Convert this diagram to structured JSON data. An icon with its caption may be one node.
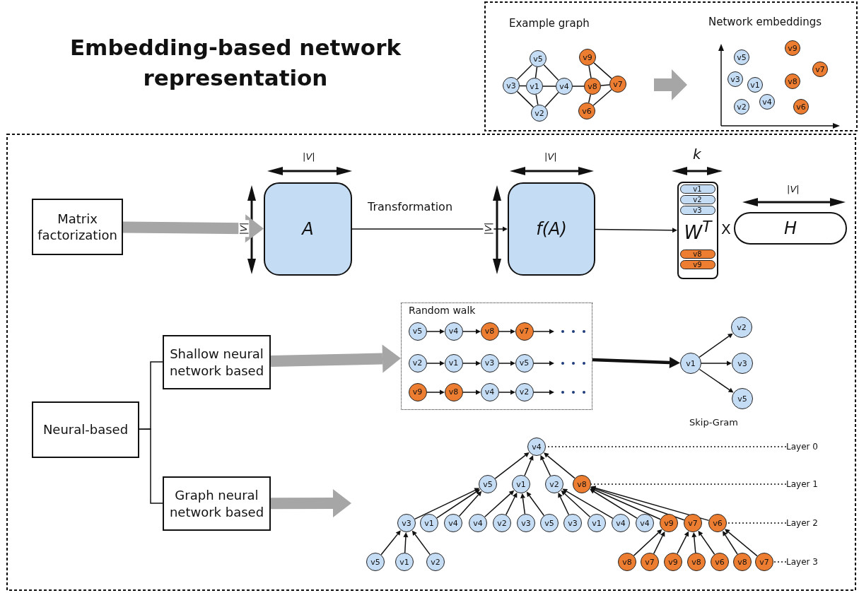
{
  "diagram": {
    "title": "Embedding-based network representation",
    "nodes": [
      {
        "text": [
          "v5"
        ]
      },
      {
        "text": [
          "v3"
        ]
      },
      {
        "text": [
          "v1"
        ]
      },
      {
        "text": [
          "v4"
        ]
      },
      {
        "text": [
          "v2"
        ]
      },
      {
        "text": [
          "v9"
        ]
      },
      {
        "text": [
          "v8"
        ]
      },
      {
        "text": [
          "v7"
        ]
      },
      {
        "text": [
          "v6"
        ]
      },
      {
        "text": [
          "v5"
        ]
      },
      {
        "text": [
          "v9"
        ]
      },
      {
        "text": [
          "v3"
        ]
      },
      {
        "text": [
          "v1"
        ]
      },
      {
        "text": [
          "v8"
        ]
      },
      {
        "text": [
          "v7"
        ]
      },
      {
        "text": [
          "v2"
        ]
      },
      {
        "text": [
          "v4"
        ]
      },
      {
        "text": [
          "v6"
        ]
      },
      {
        "text": [
          "Matrix factorization"
        ]
      },
      {
        "text": [
          "A"
        ]
      },
      {
        "text": [
          "f(A)"
        ]
      },
      {
        "text": [
          "W$^{T}$"
        ]
      },
      {
        "text": [
          "v1"
        ],
        "in": 21
      },
      {
        "text": [
          "v2"
        ],
        "in": 21
      },
      {
        "text": [
          "v3"
        ],
        "in": 21
      },
      {
        "text": [
          "v8"
        ],
        "in": 21
      },
      {
        "text": [
          "v9"
        ],
        "in": 21
      },
      {
        "text": [
          "H"
        ]
      },
      {
        "text": [
          "Neural-based"
        ]
      },
      {
        "text": [
          "Shallow neural network based"
        ]
      },
      {
        "text": [
          "Graph neural network based"
        ]
      },
      {
        "text": [
          "Random walk"
        ]
      },
      {
        "text": [
          "v5"
        ],
        "in": 31
      },
      {
        "text": [
          "v4"
        ],
        "in": 31
      },
      {
        "text": [
          "v8"
        ],
        "in": 31
      },
      {
        "text": [
          "v7"
        ],
        "in": 31
      },
      {
        "text": [
          "v2"
        ],
        "in": 31
      },
      {
        "text": [
          "v1"
        ],
        "in": 31
      },
      {
        "text": [
          "v3"
        ],
        "in": 31
      },
      {
        "text": [
          "v5"
        ],
        "in": 31
      },
      {
        "text": [
          "v9"
        ],
        "in": 31
      },
      {
        "text": [
          "v8"
        ],
        "in": 31
      },
      {
        "text": [
          "v4"
        ],
        "in": 31
      },
      {
        "text": [
          "v2"
        ],
        "in": 31
      },
      {
        "text": [
          "v1"
        ]
      },
      {
        "text": [
          "v2"
        ]
      },
      {
        "text": [
          "v3"
        ]
      },
      {
        "text": [
          "v5"
        ]
      },
      {
        "text": [
          "v4"
        ]
      },
      {
        "text": [
          "v5"
        ]
      },
      {
        "text": [
          "v1"
        ]
      },
      {
        "text": [
          "v2"
        ]
      },
      {
        "text": [
          "v8"
        ]
      },
      {
        "text": [
          "v3"
        ]
      },
      {
        "text": [
          "v1"
        ]
      },
      {
        "text": [
          "v4"
        ]
      },
      {
        "text": [
          "v4"
        ]
      },
      {
        "text": [
          "v2"
        ]
      },
      {
        "text": [
          "v3"
        ]
      },
      {
        "text": [
          "v5"
        ]
      },
      {
        "text": [
          "v3"
        ]
      },
      {
        "text": [
          "v1"
        ]
      },
      {
        "text": [
          "v4"
        ]
      },
      {
        "text": [
          "v4"
        ]
      },
      {
        "text": [
          "v9"
        ]
      },
      {
        "text": [
          "v7"
        ]
      },
      {
        "text": [
          "v6"
        ]
      },
      {
        "text": [
          "v5"
        ]
      },
      {
        "text": [
          "v1"
        ]
      },
      {
        "text": [
          "v2"
        ]
      },
      {
        "text": [
          "v8"
        ]
      },
      {
        "text": [
          "v7"
        ]
      },
      {
        "text": [
          "v9"
        ]
      },
      {
        "text": [
          "v8"
        ]
      },
      {
        "text": [
          "v6"
        ]
      },
      {
        "text": [
          "v8"
        ]
      },
      {
        "text": [
          "v7"
        ]
      },
      {
        "text": [
          "Layer 0"
        ]
      },
      {
        "text": [
          "Layer 1"
        ]
      },
      {
        "text": [
          "Layer 2"
        ]
      },
      {
        "text": [
          "Layer 3"
        ]
      }
    ],
    "edges": [
      {
        "from": 0,
        "to": 1,
        "arrow": "none"
      },
      {
        "from": 0,
        "to": 2,
        "arrow": "none"
      },
      {
        "from": 0,
        "to": 3,
        "arrow": "none"
      },
      {
        "from": 1,
        "to": 2,
        "arrow": "none"
      },
      {
        "from": 1,
        "to": 4,
        "arrow": "none"
      },
      {
        "from": 2,
        "to": 3,
        "arrow": "none"
      },
      {
        "from": 2,
        "to": 4,
        "arrow": "none"
      },
      {
        "from": 3,
        "to": 4,
        "arrow": "none"
      },
      {
        "from": 3,
        "to": 6,
        "arrow": "none"
      },
      {
        "from": 5,
        "to": 6,
        "arrow": "none"
      },
      {
        "from": 5,
        "to": 7,
        "arrow": "none"
      },
      {
        "from": 6,
        "to": 7,
        "arrow": "none"
      },
      {
        "from": 6,
        "to": 8,
        "arrow": "none"
      },
      {
        "from": 8,
        "to": 7,
        "arrow": "none"
      },
      {
        "from": 18,
        "to": 19,
        "arrow": "to",
        "style": "thick",
        "color": "#a6a6a6"
      },
      {
        "from": 19,
        "to": 20,
        "arrow": "to",
        "label": "Transformation"
      },
      {
        "from": 20,
        "to": 21,
        "arrow": "to"
      },
      {
        "from": 28,
        "to": 29,
        "arrow": "none"
      },
      {
        "from": 28,
        "to": 30,
        "arrow": "none"
      },
      {
        "from": 29,
        "to": 31,
        "arrow": "to",
        "style": "thick",
        "color": "#a6a6a6"
      },
      {
        "from": 30,
        "to": null,
        "arrow": "to",
        "style": "thick",
        "color": "#a6a6a6"
      },
      {
        "from": 31,
        "to": 44,
        "arrow": "to",
        "style": "thick"
      },
      {
        "from": 44,
        "to": 45,
        "arrow": "to"
      },
      {
        "from": 44,
        "to": 46,
        "arrow": "to"
      },
      {
        "from": 44,
        "to": 47,
        "arrow": "to"
      },
      {
        "from": 32,
        "to": 33,
        "arrow": "to"
      },
      {
        "from": 33,
        "to": 34,
        "arrow": "to"
      },
      {
        "from": 34,
        "to": 35,
        "arrow": "to"
      },
      {
        "from": 35,
        "to": null,
        "arrow": "to"
      },
      {
        "from": 36,
        "to": 37,
        "arrow": "to"
      },
      {
        "from": 37,
        "to": 38,
        "arrow": "to"
      },
      {
        "from": 38,
        "to": 39,
        "arrow": "to"
      },
      {
        "from": 39,
        "to": null,
        "arrow": "to"
      },
      {
        "from": 40,
        "to": 41,
        "arrow": "to"
      },
      {
        "from": 41,
        "to": 42,
        "arrow": "to"
      },
      {
        "from": 42,
        "to": 43,
        "arrow": "to"
      },
      {
        "from": 43,
        "to": null,
        "arrow": "to"
      },
      {
        "from": 49,
        "to": 48,
        "arrow": "to"
      },
      {
        "from": 50,
        "to": 48,
        "arrow": "to"
      },
      {
        "from": 51,
        "to": 48,
        "arrow": "to"
      },
      {
        "from": 52,
        "to": 48,
        "arrow": "to"
      },
      {
        "from": 53,
        "to": 49,
        "arrow": "to"
      },
      {
        "from": 54,
        "to": 49,
        "arrow": "to"
      },
      {
        "from": 55,
        "to": 49,
        "arrow": "to"
      },
      {
        "from": 56,
        "to": 50,
        "arrow": "to"
      },
      {
        "from": 57,
        "to": 50,
        "arrow": "to"
      },
      {
        "from": 58,
        "to": 50,
        "arrow": "to"
      },
      {
        "from": 59,
        "to": 50,
        "arrow": "to"
      },
      {
        "from": 60,
        "to": 51,
        "arrow": "to"
      },
      {
        "from": 61,
        "to": 51,
        "arrow": "to"
      },
      {
        "from": 62,
        "to": 51,
        "arrow": "to"
      },
      {
        "from": 63,
        "to": 52,
        "arrow": "to"
      },
      {
        "from": 64,
        "to": 52,
        "arrow": "to"
      },
      {
        "from": 65,
        "to": 52,
        "arrow": "to"
      },
      {
        "from": 66,
        "to": 52,
        "arrow": "to"
      },
      {
        "from": 67,
        "to": 53,
        "arrow": "to"
      },
      {
        "from": 68,
        "to": 53,
        "arrow": "to"
      },
      {
        "from": 69,
        "to": 53,
        "arrow": "to"
      },
      {
        "from": 70,
        "to": 64,
        "arrow": "to"
      },
      {
        "from": 71,
        "to": 64,
        "arrow": "to"
      },
      {
        "from": 72,
        "to": 65,
        "arrow": "to"
      },
      {
        "from": 73,
        "to": 65,
        "arrow": "to"
      },
      {
        "from": 74,
        "to": 65,
        "arrow": "to"
      },
      {
        "from": 75,
        "to": 66,
        "arrow": "to"
      },
      {
        "from": 76,
        "to": 66,
        "arrow": "to"
      },
      {
        "from": 77,
        "to": 48,
        "arrow": "none",
        "style": "dashed"
      },
      {
        "from": 78,
        "to": 52,
        "arrow": "none",
        "style": "dashed"
      },
      {
        "from": 79,
        "to": 66,
        "arrow": "none",
        "style": "dashed"
      },
      {
        "from": 80,
        "to": 76,
        "arrow": "none",
        "style": "dashed"
      }
    ],
    "labels": [
      "Example graph",
      "Network embeddings",
      "|V|",
      "|V|",
      "k",
      "|V|",
      "|V|",
      "|V|",
      "X",
      "Skip-Gram"
    ]
  }
}
